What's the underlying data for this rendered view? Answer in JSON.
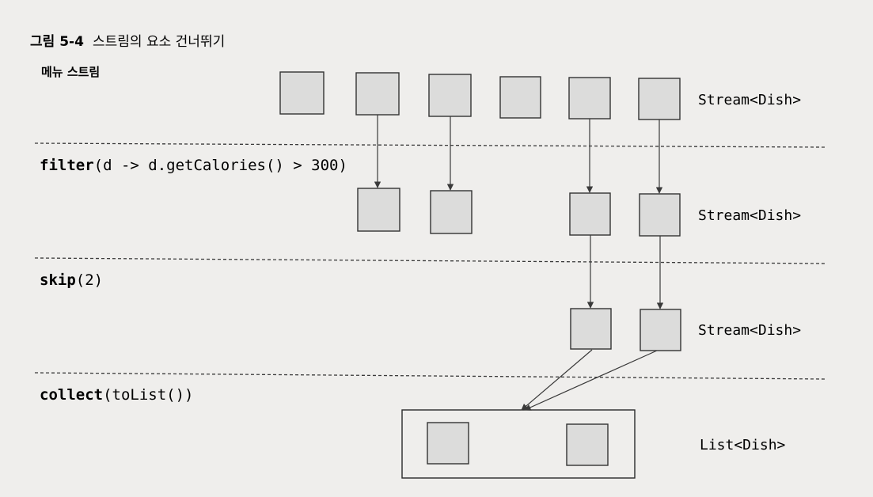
{
  "figure": {
    "caption_number": "그림 5-4",
    "caption_text": "스트림의 요소 건너뛰기"
  },
  "rows": [
    {
      "label_korean": "메뉴 스트림",
      "type_label": "Stream<Dish>"
    },
    {
      "op_name": "filter",
      "op_args": "(d -> d.getCalories() > 300)",
      "type_label": "Stream<Dish>"
    },
    {
      "op_name": "skip",
      "op_args": "(2)",
      "type_label": "Stream<Dish>"
    },
    {
      "op_name": "collect",
      "op_args": "(toList())",
      "type_label": "List<Dish>"
    }
  ]
}
